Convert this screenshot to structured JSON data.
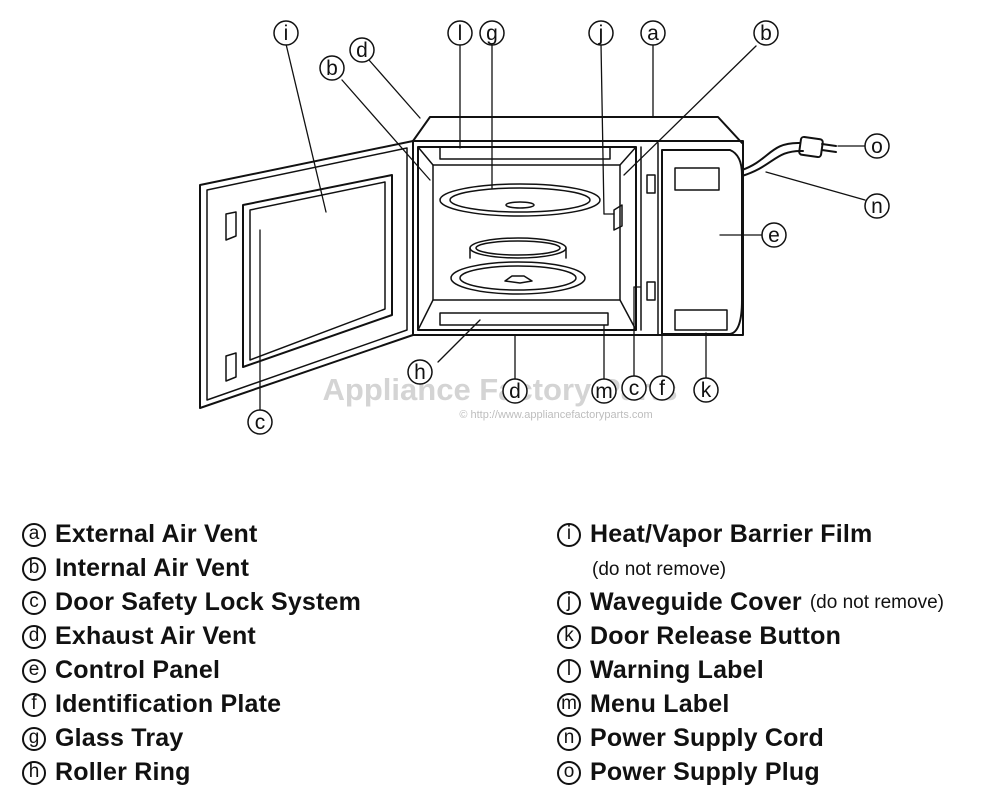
{
  "watermark": {
    "text": "Appliance Factory Parts",
    "url": "© http://www.appliancefactoryparts.com"
  },
  "callouts": {
    "a": "a",
    "b": "b",
    "c": "c",
    "d": "d",
    "e": "e",
    "f": "f",
    "g": "g",
    "h": "h",
    "i": "i",
    "j": "j",
    "k": "k",
    "l": "l",
    "m": "m",
    "n": "n",
    "o": "o"
  },
  "legend": {
    "left": [
      {
        "letter": "a",
        "text": "External Air Vent"
      },
      {
        "letter": "b",
        "text": "Internal Air Vent"
      },
      {
        "letter": "c",
        "text": "Door Safety Lock System"
      },
      {
        "letter": "d",
        "text": "Exhaust Air Vent"
      },
      {
        "letter": "e",
        "text": "Control Panel"
      },
      {
        "letter": "f",
        "text": "Identification Plate"
      },
      {
        "letter": "g",
        "text": "Glass Tray"
      },
      {
        "letter": "h",
        "text": "Roller Ring"
      }
    ],
    "right": [
      {
        "letter": "i",
        "text": "Heat/Vapor Barrier Film"
      },
      {
        "letter": "j",
        "text": "Waveguide Cover",
        "note": "(do not remove)"
      },
      {
        "letter": "k",
        "text": "Door Release Button"
      },
      {
        "letter": "l",
        "text": "Warning Label"
      },
      {
        "letter": "m",
        "text": "Menu Label"
      },
      {
        "letter": "n",
        "text": "Power Supply Cord"
      },
      {
        "letter": "o",
        "text": "Power Supply Plug"
      }
    ],
    "i_subnote": "(do not remove)"
  }
}
